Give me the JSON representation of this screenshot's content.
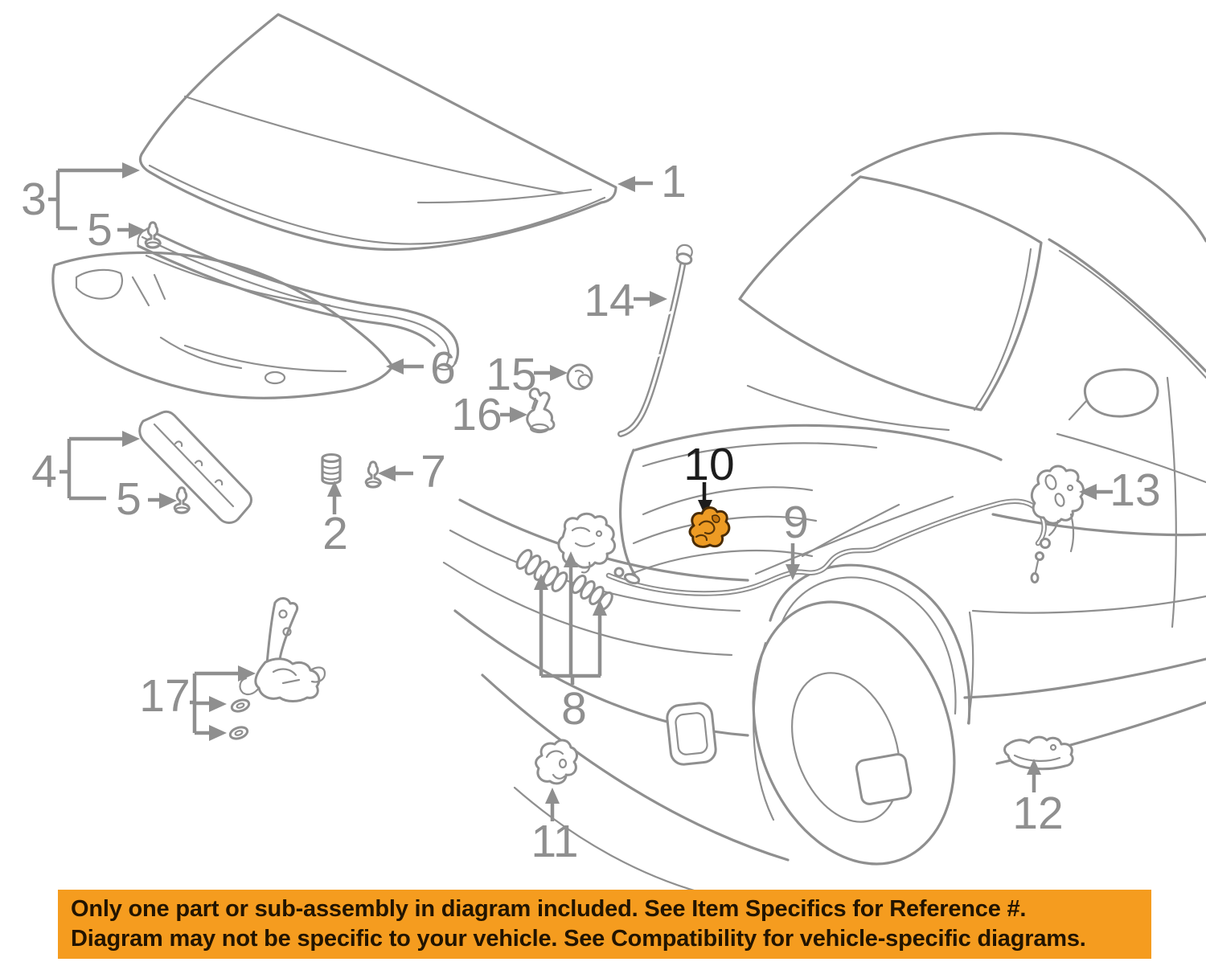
{
  "banner": {
    "line1": "Only one part or sub-assembly in diagram included. See Item Specifics for Reference #.",
    "line2": "Diagram may not be specific to your vehicle. See Compatibility for vehicle-specific diagrams."
  },
  "colors": {
    "diagram_line_gray": "#8f8f8f",
    "callout_label_gray": "#8f8f8f",
    "selected_callout_black": "#1c1c1c",
    "highlight_part_orange": "#ED9B24",
    "highlight_part_outline": "#4a2c05",
    "banner_background": "#F59C1F",
    "banner_text": "#221400"
  },
  "highlight": "#ED9B24",
  "callouts": {
    "c1": "1",
    "c2": "2",
    "c3": "3",
    "c4": "4",
    "c5a": "5",
    "c5b": "5",
    "c6": "6",
    "c7": "7",
    "c8": "8",
    "c9": "9",
    "c10": "10",
    "c11": "11",
    "c12": "12",
    "c13": "13",
    "c14": "14",
    "c15": "15",
    "c16": "16",
    "c17": "17"
  }
}
